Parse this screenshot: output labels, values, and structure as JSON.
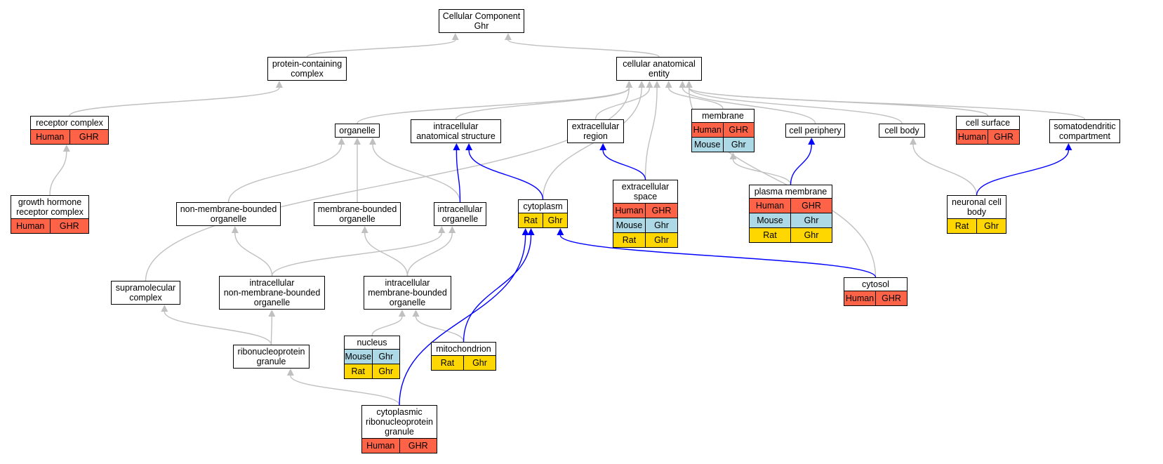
{
  "colors": {
    "human": "#ff6347",
    "mouse": "#add8e6",
    "rat": "#ffd700",
    "edge_gray": "#c0c0c0",
    "edge_blue": "#0000ff"
  },
  "nodes": [
    {
      "id": "cc",
      "title": [
        "Cellular Component",
        "Ghr"
      ],
      "rows": []
    },
    {
      "id": "pcc",
      "title": [
        "protein-containing",
        "complex"
      ],
      "rows": []
    },
    {
      "id": "cae",
      "title": [
        "cellular anatomical",
        "entity"
      ],
      "rows": []
    },
    {
      "id": "rc",
      "title": [
        "receptor complex"
      ],
      "rows": [
        {
          "species": "human",
          "values": [
            "Human",
            "GHR"
          ]
        }
      ]
    },
    {
      "id": "org",
      "title": [
        "organelle"
      ],
      "rows": []
    },
    {
      "id": "ias",
      "title": [
        "intracellular",
        "anatomical structure"
      ],
      "rows": []
    },
    {
      "id": "er",
      "title": [
        "extracellular",
        "region"
      ],
      "rows": []
    },
    {
      "id": "mem",
      "title": [
        "membrane"
      ],
      "rows": [
        {
          "species": "human",
          "values": [
            "Human",
            "GHR"
          ]
        },
        {
          "species": "mouse",
          "values": [
            "Mouse",
            "Ghr"
          ]
        }
      ]
    },
    {
      "id": "cp",
      "title": [
        "cell periphery"
      ],
      "rows": []
    },
    {
      "id": "cb",
      "title": [
        "cell body"
      ],
      "rows": []
    },
    {
      "id": "cs",
      "title": [
        "cell surface"
      ],
      "rows": [
        {
          "species": "human",
          "values": [
            "Human",
            "GHR"
          ]
        }
      ]
    },
    {
      "id": "sdc",
      "title": [
        "somatodendritic",
        "compartment"
      ],
      "rows": []
    },
    {
      "id": "ghrc",
      "title": [
        "growth hormone",
        "receptor complex"
      ],
      "rows": [
        {
          "species": "human",
          "values": [
            "Human",
            "GHR"
          ]
        }
      ]
    },
    {
      "id": "es",
      "title": [
        "extracellular",
        "space"
      ],
      "rows": [
        {
          "species": "human",
          "values": [
            "Human",
            "GHR"
          ]
        },
        {
          "species": "mouse",
          "values": [
            "Mouse",
            "Ghr"
          ]
        },
        {
          "species": "rat",
          "values": [
            "Rat",
            "Ghr"
          ]
        }
      ]
    },
    {
      "id": "pm",
      "title": [
        "plasma membrane"
      ],
      "rows": [
        {
          "species": "human",
          "values": [
            "Human",
            "GHR"
          ]
        },
        {
          "species": "mouse",
          "values": [
            "Mouse",
            "Ghr"
          ]
        },
        {
          "species": "rat",
          "values": [
            "Rat",
            "Ghr"
          ]
        }
      ]
    },
    {
      "id": "ncb",
      "title": [
        "neuronal cell",
        "body"
      ],
      "rows": [
        {
          "species": "rat",
          "values": [
            "Rat",
            "Ghr"
          ]
        }
      ]
    },
    {
      "id": "nmbo",
      "title": [
        "non-membrane-bounded",
        "organelle"
      ],
      "rows": []
    },
    {
      "id": "mbo",
      "title": [
        "membrane-bounded",
        "organelle"
      ],
      "rows": []
    },
    {
      "id": "io",
      "title": [
        "intracellular",
        "organelle"
      ],
      "rows": []
    },
    {
      "id": "cyto",
      "title": [
        "cytoplasm"
      ],
      "rows": [
        {
          "species": "rat",
          "values": [
            "Rat",
            "Ghr"
          ]
        }
      ]
    },
    {
      "id": "smc",
      "title": [
        "supramolecular",
        "complex"
      ],
      "rows": []
    },
    {
      "id": "inmbo",
      "title": [
        "intracellular",
        "non-membrane-bounded",
        "organelle"
      ],
      "rows": []
    },
    {
      "id": "imbo",
      "title": [
        "intracellular",
        "membrane-bounded",
        "organelle"
      ],
      "rows": []
    },
    {
      "id": "cytosol",
      "title": [
        "cytosol"
      ],
      "rows": [
        {
          "species": "human",
          "values": [
            "Human",
            "GHR"
          ]
        }
      ]
    },
    {
      "id": "nuc",
      "title": [
        "nucleus"
      ],
      "rows": [
        {
          "species": "mouse",
          "values": [
            "Mouse",
            "Ghr"
          ]
        },
        {
          "species": "rat",
          "values": [
            "Rat",
            "Ghr"
          ]
        }
      ]
    },
    {
      "id": "mito",
      "title": [
        "mitochondrion"
      ],
      "rows": [
        {
          "species": "rat",
          "values": [
            "Rat",
            "Ghr"
          ]
        }
      ]
    },
    {
      "id": "rnpg",
      "title": [
        "ribonucleoprotein",
        "granule"
      ],
      "rows": []
    },
    {
      "id": "crnpg",
      "title": [
        "cytoplasmic",
        "ribonucleoprotein",
        "granule"
      ],
      "rows": [
        {
          "species": "human",
          "values": [
            "Human",
            "GHR"
          ]
        }
      ]
    }
  ],
  "edges": [
    {
      "from": "pcc",
      "to": "cc",
      "color": "gray"
    },
    {
      "from": "cae",
      "to": "cc",
      "color": "gray"
    },
    {
      "from": "rc",
      "to": "pcc",
      "color": "gray"
    },
    {
      "from": "ghrc",
      "to": "rc",
      "color": "gray"
    },
    {
      "from": "org",
      "to": "cae",
      "color": "gray"
    },
    {
      "from": "ias",
      "to": "cae",
      "color": "gray"
    },
    {
      "from": "er",
      "to": "cae",
      "color": "gray"
    },
    {
      "from": "es",
      "to": "cae",
      "color": "gray"
    },
    {
      "from": "mem",
      "to": "cae",
      "color": "gray"
    },
    {
      "from": "cp",
      "to": "cae",
      "color": "gray"
    },
    {
      "from": "cb",
      "to": "cae",
      "color": "gray"
    },
    {
      "from": "cs",
      "to": "cae",
      "color": "gray"
    },
    {
      "from": "sdc",
      "to": "cae",
      "color": "gray"
    },
    {
      "from": "smc",
      "to": "cae",
      "color": "gray"
    },
    {
      "from": "cyto",
      "to": "cae",
      "color": "gray"
    },
    {
      "from": "cytosol",
      "to": "cae",
      "color": "gray"
    },
    {
      "from": "es",
      "to": "er",
      "color": "blue"
    },
    {
      "from": "pm",
      "to": "mem",
      "color": "gray"
    },
    {
      "from": "pm",
      "to": "cp",
      "color": "blue"
    },
    {
      "from": "ncb",
      "to": "cb",
      "color": "gray"
    },
    {
      "from": "ncb",
      "to": "sdc",
      "color": "blue"
    },
    {
      "from": "nmbo",
      "to": "org",
      "color": "gray"
    },
    {
      "from": "mbo",
      "to": "org",
      "color": "gray"
    },
    {
      "from": "io",
      "to": "org",
      "color": "gray"
    },
    {
      "from": "io",
      "to": "ias",
      "color": "blue"
    },
    {
      "from": "cyto",
      "to": "ias",
      "color": "blue"
    },
    {
      "from": "inmbo",
      "to": "nmbo",
      "color": "gray"
    },
    {
      "from": "inmbo",
      "to": "io",
      "color": "gray"
    },
    {
      "from": "imbo",
      "to": "mbo",
      "color": "gray"
    },
    {
      "from": "imbo",
      "to": "io",
      "color": "gray"
    },
    {
      "from": "rnpg",
      "to": "smc",
      "color": "gray"
    },
    {
      "from": "rnpg",
      "to": "inmbo",
      "color": "gray"
    },
    {
      "from": "nuc",
      "to": "imbo",
      "color": "gray"
    },
    {
      "from": "mito",
      "to": "imbo",
      "color": "gray"
    },
    {
      "from": "mito",
      "to": "cyto",
      "color": "blue"
    },
    {
      "from": "cytosol",
      "to": "cyto",
      "color": "blue"
    },
    {
      "from": "crnpg",
      "to": "rnpg",
      "color": "gray"
    },
    {
      "from": "crnpg",
      "to": "cyto",
      "color": "blue"
    }
  ]
}
